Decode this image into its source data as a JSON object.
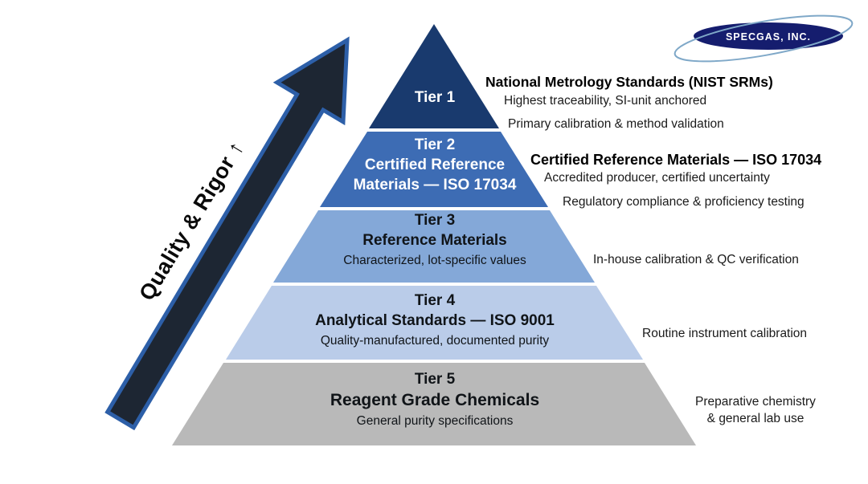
{
  "logo": {
    "text": "SPECGAS, INC.",
    "bg_color": "#151d6e",
    "ring_color": "#7fa8c8",
    "text_color": "#ffffff"
  },
  "arrow": {
    "label": "Quality & Rigor ↑",
    "fill": "#1d2633",
    "stroke": "#2d5fa8"
  },
  "pyramid": {
    "tiers": [
      {
        "id": "tier-1",
        "color": "#193a6e",
        "text_color": "#ffffff",
        "line1": "Tier 1",
        "right_title": "National Metrology Standards (NIST SRMs)",
        "right_subtitle": "Highest traceability, SI-unit anchored",
        "right_note": "Primary calibration & method validation"
      },
      {
        "id": "tier-2",
        "color": "#3d6cb4",
        "text_color": "#ffffff",
        "line1": "Tier 2",
        "line2": "Certified Reference",
        "line3": "Materials — ISO 17034",
        "right_title": "Certified Reference Materials — ISO 17034",
        "right_subtitle": "Accredited producer, certified uncertainty",
        "right_note": "Regulatory compliance & proficiency testing"
      },
      {
        "id": "tier-3",
        "color": "#84a8d8",
        "text_color": "#101418",
        "line1": "Tier 3",
        "line2": "Reference Materials",
        "line3": "Characterized, lot-specific values",
        "right_note": "In-house calibration & QC verification"
      },
      {
        "id": "tier-4",
        "color": "#bacce9",
        "text_color": "#101418",
        "line1": "Tier 4",
        "line2": "Analytical Standards — ISO 9001",
        "line3": "Quality-manufactured, documented purity",
        "right_note": "Routine instrument calibration"
      },
      {
        "id": "tier-5",
        "color": "#b9b9b9",
        "text_color": "#101418",
        "line1": "Tier 5",
        "line2": "Reagent Grade Chemicals",
        "line3": "General purity specifications",
        "right_note": "Preparative chemistry\n& general lab use"
      }
    ]
  }
}
